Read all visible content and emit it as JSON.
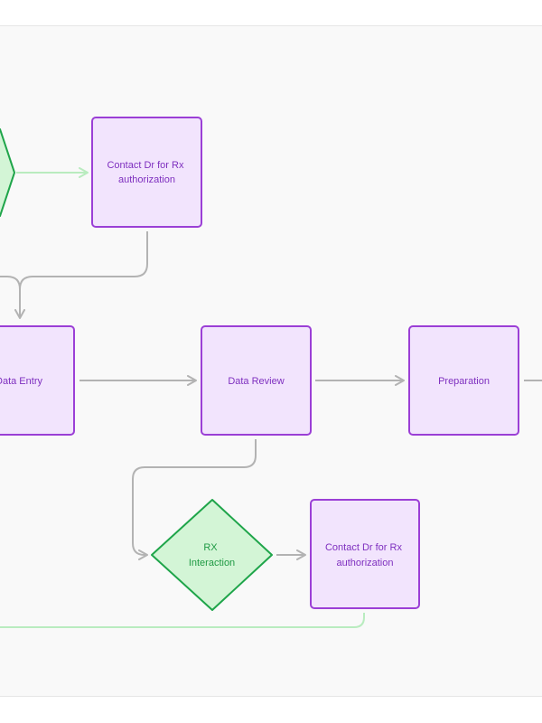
{
  "nodes": {
    "contact_top": {
      "lines": [
        "Contact Dr for Rx",
        "authorization"
      ]
    },
    "data_entry": {
      "lines": [
        "Data Entry"
      ]
    },
    "data_review": {
      "lines": [
        "Data Review"
      ]
    },
    "preparation": {
      "lines": [
        "Preparation"
      ]
    },
    "rx_interaction": {
      "lines": [
        "RX",
        "Interaction"
      ]
    },
    "contact_bottom": {
      "lines": [
        "Contact Dr for Rx",
        "authorization"
      ]
    }
  },
  "colors": {
    "process_fill": "#f2e4fd",
    "process_stroke": "#9b3fd6",
    "process_text": "#7e2fbf",
    "decision_fill": "#d3f5d6",
    "decision_stroke": "#1fa54a",
    "decision_text": "#1f9a44",
    "connector_gray": "#b3b3b3",
    "connector_green": "#b9ecbf"
  }
}
